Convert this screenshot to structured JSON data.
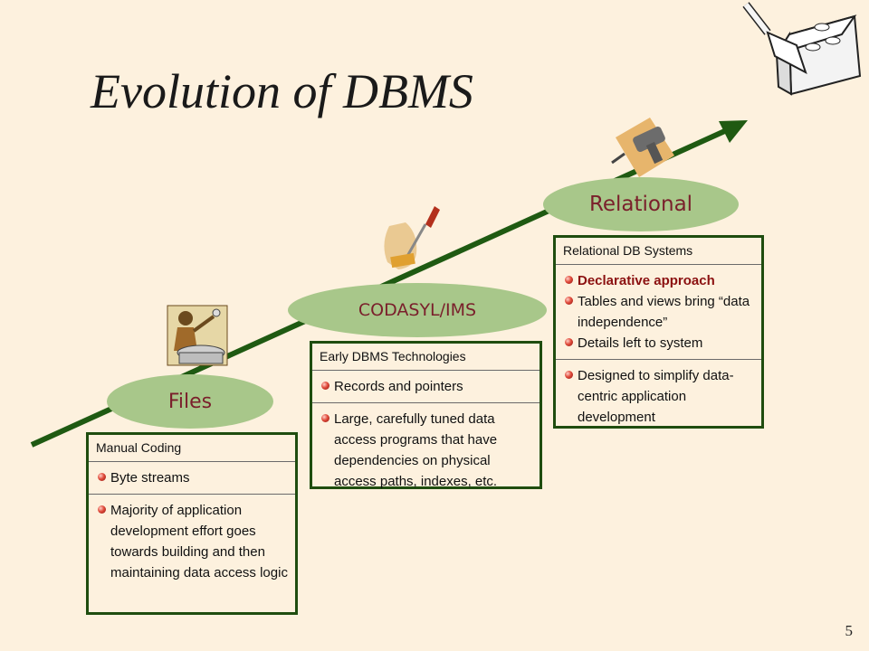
{
  "title": "Evolution of DBMS",
  "page_number": "5",
  "stages": [
    {
      "label": "Files",
      "box": {
        "header": "Manual Coding",
        "sections": [
          {
            "items": [
              "Byte streams"
            ]
          },
          {
            "items": [
              "Majority of application development effort goes towards building and then maintaining data access logic"
            ]
          }
        ]
      }
    },
    {
      "label": "CODASYL/IMS",
      "box": {
        "header": "Early DBMS Technologies",
        "sections": [
          {
            "items": [
              "Records and pointers"
            ]
          },
          {
            "items": [
              "Large, carefully tuned data access programs that have dependencies on physical access paths, indexes, etc."
            ]
          }
        ]
      }
    },
    {
      "label": "Relational",
      "box": {
        "header": "Relational DB Systems",
        "sections": [
          {
            "items": [
              "Declarative approach",
              "Tables and views bring “data independence”",
              "Details left to system"
            ]
          },
          {
            "items": [
              "Designed to simplify data-centric application development"
            ]
          }
        ]
      }
    }
  ],
  "colors": {
    "arrow": "#1f5a12",
    "ellipse": "#a8c78a",
    "label": "#7a1f2b",
    "emphasis": "#8b1010"
  }
}
